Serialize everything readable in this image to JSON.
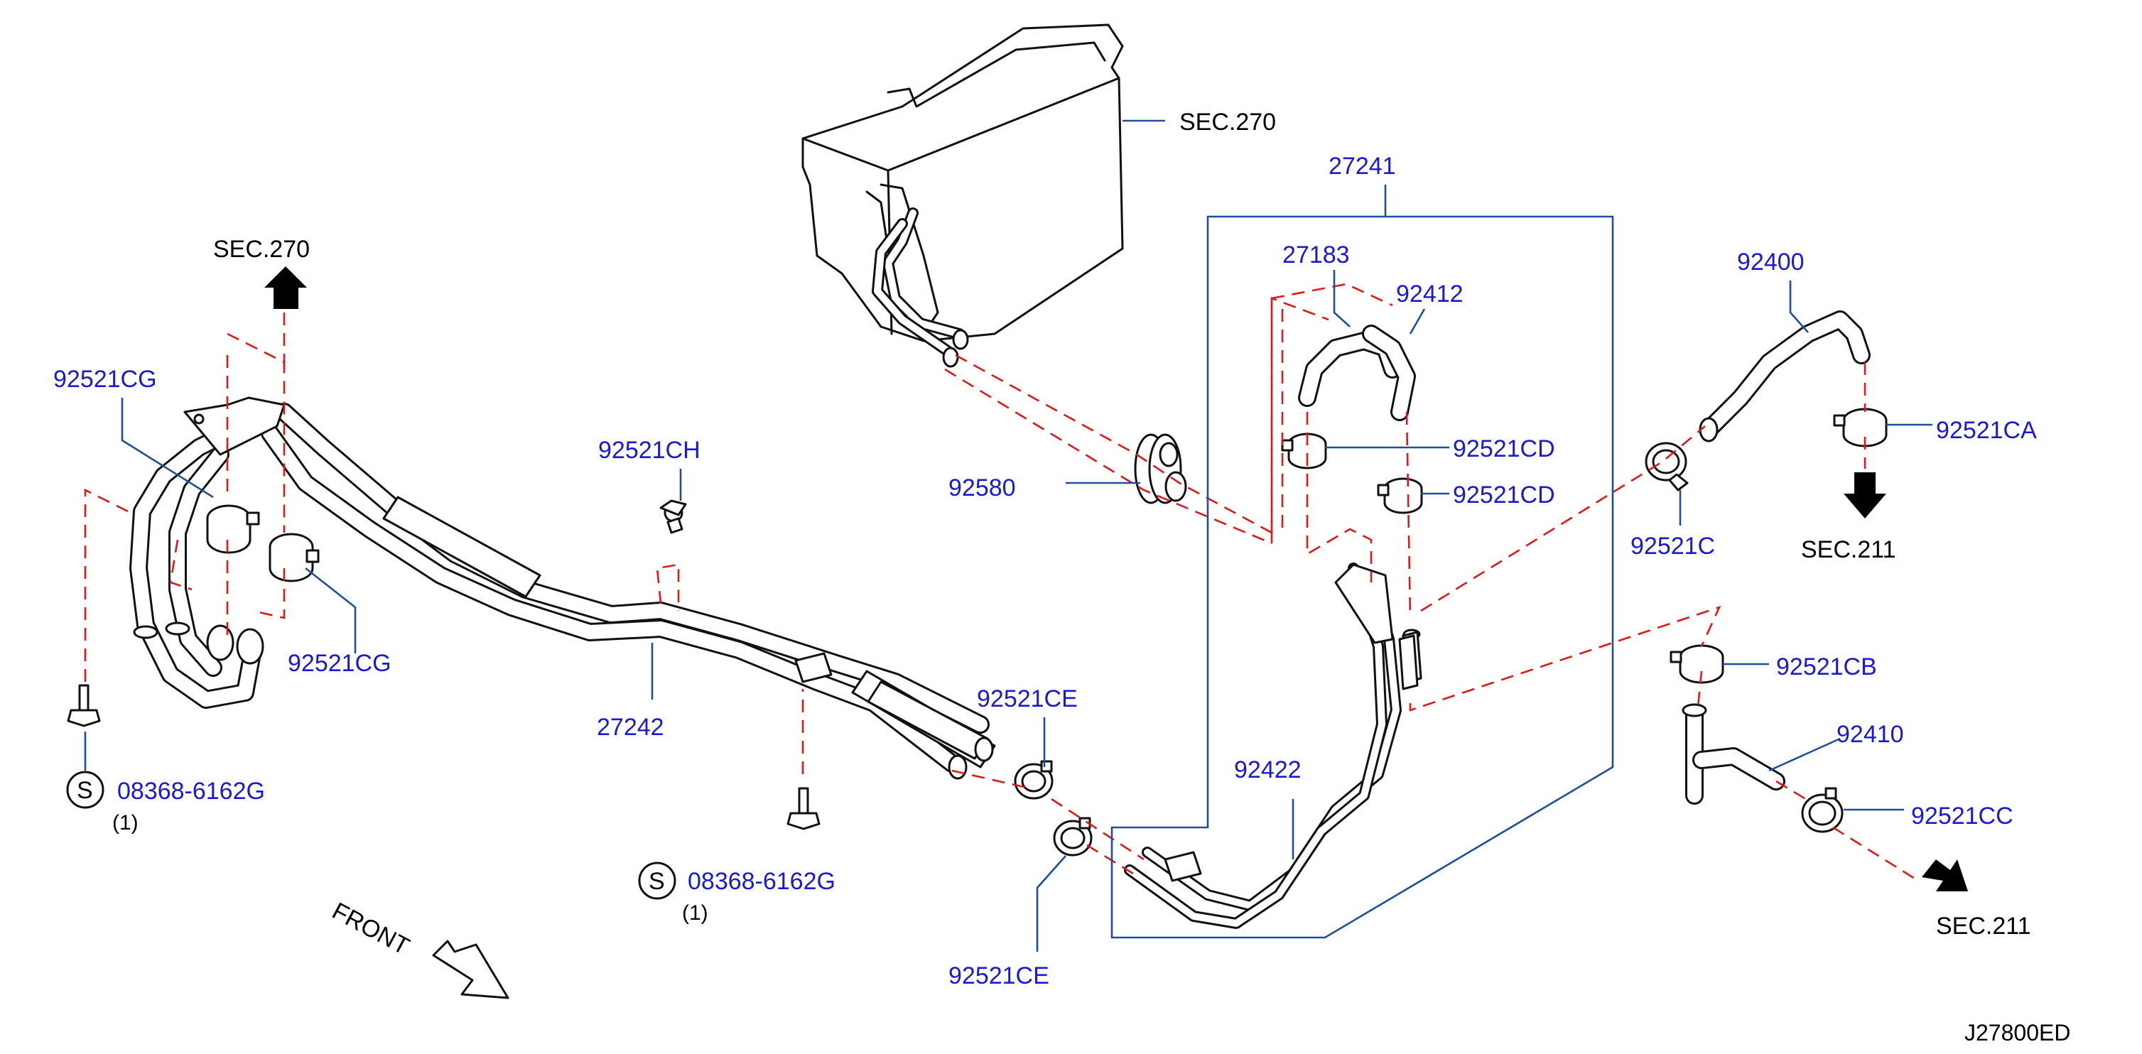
{
  "diagram_code": "J27800ED",
  "direction_label": "FRONT",
  "sections": {
    "sec270_top": "SEC.270",
    "sec270_left": "SEC.270",
    "sec211_right_upper": "SEC.211",
    "sec211_right_lower": "SEC.211"
  },
  "parts": {
    "p27241": "27241",
    "p27183": "27183",
    "p92412": "92412",
    "p92400": "92400",
    "p92521CG_top": "92521CG",
    "p92521CG_bottom": "92521CG",
    "p92521CH": "92521CH",
    "p92580": "92580",
    "p92521CD_upper": "92521CD",
    "p92521CD_lower": "92521CD",
    "p92521C": "92521C",
    "p92521CA": "92521CA",
    "p92521CB": "92521CB",
    "p92410": "92410",
    "p92521CC": "92521CC",
    "p27242": "27242",
    "p92521CE_upper": "92521CE",
    "p92521CE_lower": "92521CE",
    "p92422": "92422",
    "bolt_left": "08368-6162G",
    "bolt_center": "08368-6162G"
  },
  "symbols": {
    "bolt_left_symbol": "S",
    "bolt_center_symbol": "S"
  },
  "quantities": {
    "bolt_left_qty": "(1)",
    "bolt_center_qty": "(1)"
  },
  "colors": {
    "part_label": "#1a1ad0",
    "leader_line": "#1f4e9a",
    "dashed_connection": "#e01818",
    "drawing_ink": "#111111"
  }
}
